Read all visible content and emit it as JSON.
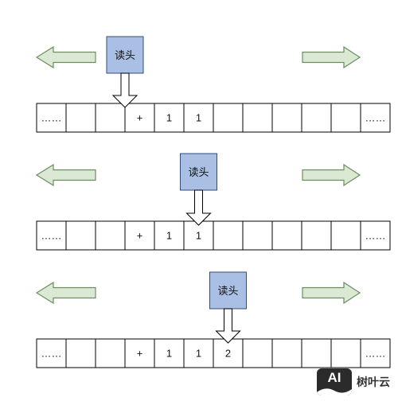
{
  "colors": {
    "side_arrow_fill": "#dae8d4",
    "side_arrow_stroke": "#6a8f5e",
    "head_fill": "#a9bfe3",
    "head_stroke": "#2f4d7e",
    "cell_stroke": "#000000"
  },
  "rows": [
    {
      "head_label": "读头",
      "head_cell_index": 3,
      "head_position": "left-edge",
      "cells": [
        "……",
        "",
        "",
        "+",
        "1",
        "1",
        "",
        "",
        "",
        "",
        "",
        "……"
      ]
    },
    {
      "head_label": "读头",
      "head_cell_index": 5,
      "head_position": "center",
      "cells": [
        "……",
        "",
        "",
        "+",
        "1",
        "1",
        "",
        "",
        "",
        "",
        "",
        "……"
      ]
    },
    {
      "head_label": "读头",
      "head_cell_index": 6,
      "head_position": "center",
      "cells": [
        "……",
        "",
        "",
        "+",
        "1",
        "1",
        "2",
        "",
        "",
        "",
        "",
        "……"
      ]
    }
  ],
  "side_arrows": {
    "left_icon": "arrow-left-icon",
    "right_icon": "arrow-right-icon"
  },
  "watermark": {
    "logo_text": "AI",
    "name": "树叶云"
  }
}
